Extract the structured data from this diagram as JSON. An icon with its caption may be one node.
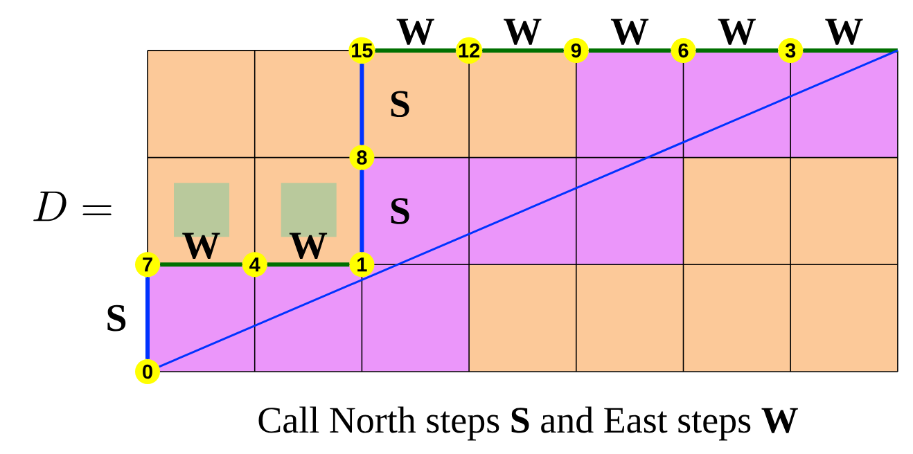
{
  "diagram": {
    "caption": "Call North steps **S** and East steps **W**",
    "nodes": [
      {
        "text": [
          "15"
        ]
      },
      {
        "text": [
          "12"
        ]
      },
      {
        "text": [
          "9"
        ]
      },
      {
        "text": [
          "6"
        ]
      },
      {
        "text": [
          "3"
        ]
      },
      {
        "text": [
          "8"
        ]
      },
      {
        "text": [
          "7"
        ]
      },
      {
        "text": [
          "4"
        ]
      },
      {
        "text": [
          "1"
        ]
      },
      {
        "text": [
          "0"
        ]
      }
    ],
    "edges": [
      {
        "from": 9,
        "to": 6,
        "arrow": "none",
        "label": "S",
        "color": "#0033ff"
      },
      {
        "from": 6,
        "to": 7,
        "arrow": "none",
        "label": "W",
        "color": "#007000"
      },
      {
        "from": 7,
        "to": 8,
        "arrow": "none",
        "label": "W",
        "color": "#007000"
      },
      {
        "from": 8,
        "to": 5,
        "arrow": "none",
        "label": "S",
        "color": "#0033ff"
      },
      {
        "from": 5,
        "to": 0,
        "arrow": "none",
        "label": "S",
        "color": "#0033ff"
      },
      {
        "from": 0,
        "to": 1,
        "arrow": "none",
        "label": "W",
        "color": "#007000"
      },
      {
        "from": 1,
        "to": 2,
        "arrow": "none",
        "label": "W",
        "color": "#007000"
      },
      {
        "from": 2,
        "to": 3,
        "arrow": "none",
        "label": "W",
        "color": "#007000"
      },
      {
        "from": 3,
        "to": 4,
        "arrow": "none",
        "label": "W",
        "color": "#007000"
      },
      {
        "from": 4,
        "to": null,
        "arrow": "none",
        "label": "W",
        "color": "#007000"
      },
      {
        "from": 9,
        "to": null,
        "arrow": "none",
        "color": "#0033ff"
      }
    ],
    "labels": [
      "D ="
    ]
  }
}
